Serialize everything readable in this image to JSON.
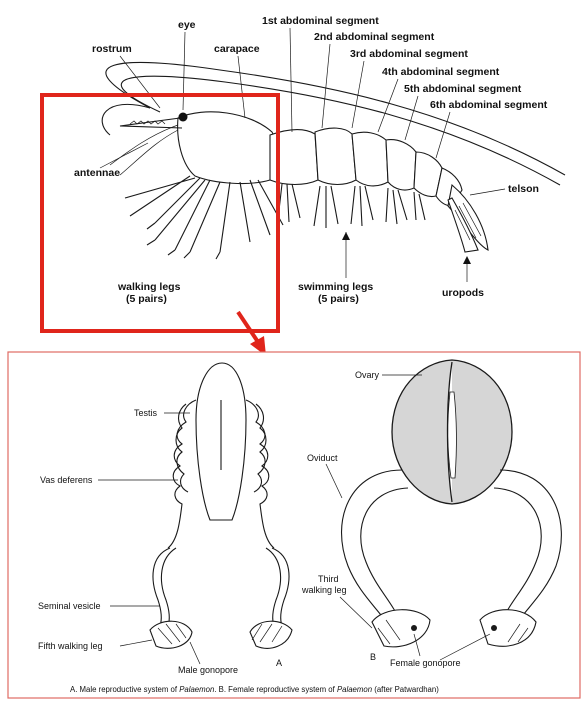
{
  "colors": {
    "highlight": "#e0251b",
    "ink": "#1a1a1a",
    "panel_border": "#e06b63"
  },
  "prawn": {
    "labels": {
      "rostrum": "rostrum",
      "eye": "eye",
      "carapace": "carapace",
      "antennae": "antennae",
      "seg1": "1st abdominal segment",
      "seg2": "2nd abdominal segment",
      "seg3": "3rd abdominal segment",
      "seg4": "4th abdominal segment",
      "seg5": "5th abdominal segment",
      "seg6": "6th abdominal segment",
      "telson": "telson",
      "walking_legs_1": "walking legs",
      "walking_legs_2": "(5 pairs)",
      "swimming_legs_1": "swimming legs",
      "swimming_legs_2": "(5 pairs)",
      "uropods": "uropods"
    }
  },
  "reproductive": {
    "male": {
      "testis": "Testis",
      "vas_deferens": "Vas deferens",
      "seminal_vesicle": "Seminal vesicle",
      "fifth_walking_leg": "Fifth walking leg",
      "male_gonopore": "Male gonopore",
      "panel_letter": "A"
    },
    "female": {
      "ovary": "Ovary",
      "oviduct": "Oviduct",
      "third_walking_leg_1": "Third",
      "third_walking_leg_2": "walking leg",
      "female_gonopore": "Female gonopore",
      "panel_letter": "B"
    },
    "caption": {
      "part1": "A. Male reproductive system of ",
      "genus1": "Palaemon",
      "part2": ". B. Female reproductive system of ",
      "genus2": "Palaemon",
      "part3": " (after Patwardhan)"
    }
  }
}
